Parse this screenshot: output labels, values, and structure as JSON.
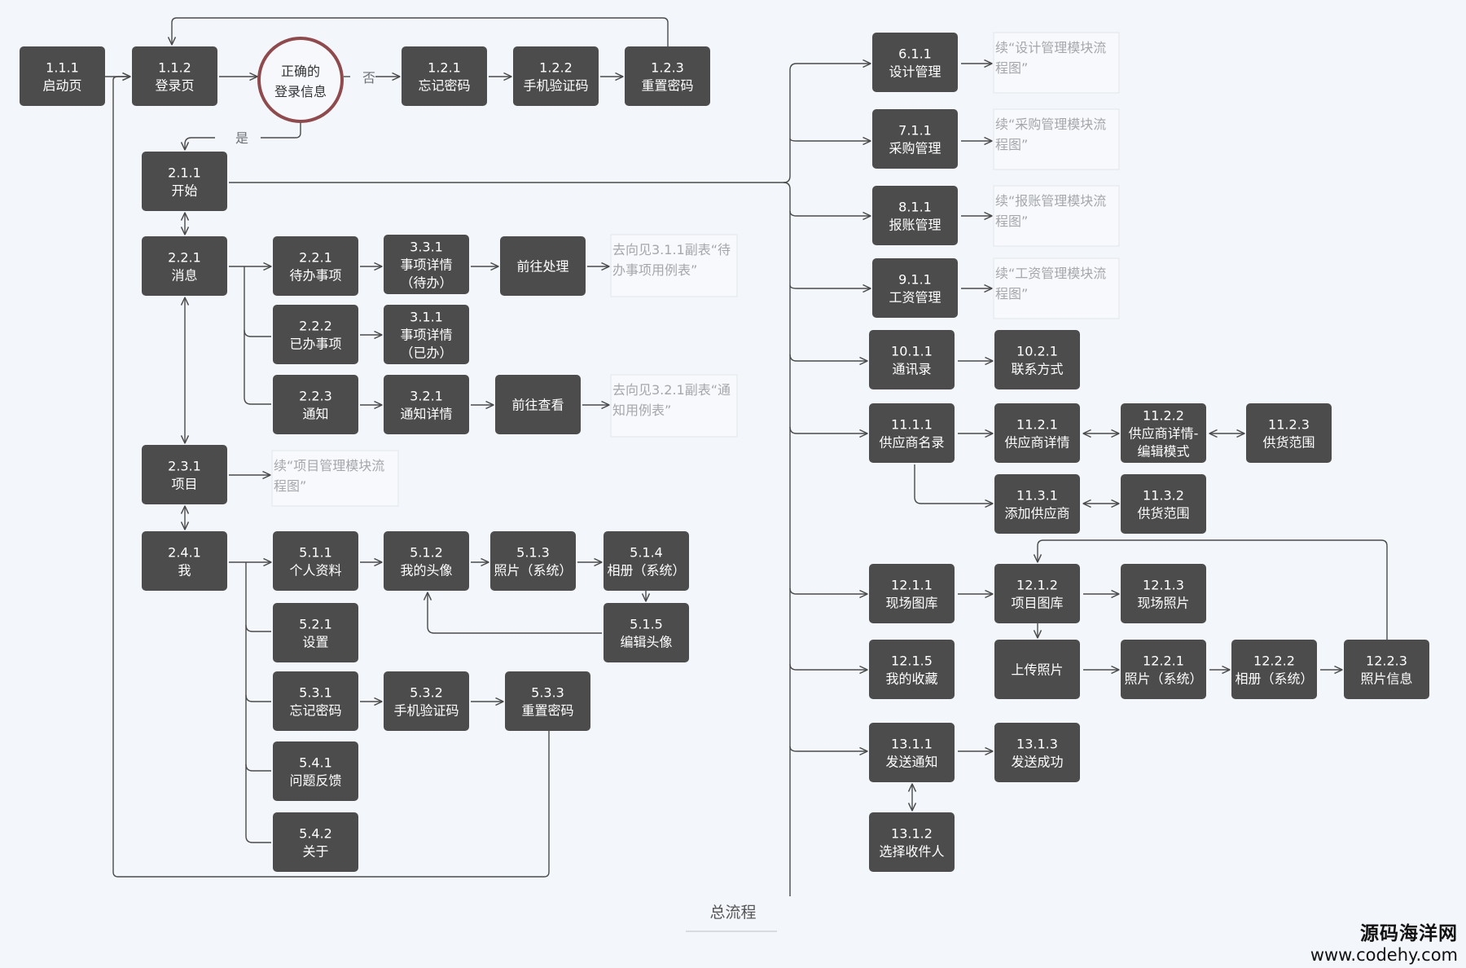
{
  "caption": "总流程",
  "watermark": {
    "name": "源码海洋网",
    "url": "www.codehy.com"
  },
  "colors": {
    "node": "#4c4c4c",
    "node_text": "#ffffff",
    "note_text": "#a4a7ab",
    "decision_ring": "#8e4a4d",
    "background": "#f3f6fa"
  },
  "decision": {
    "id": "decision-login",
    "lines": [
      "正确的",
      "登录信息"
    ]
  },
  "edge_labels": {
    "no": "否",
    "yes": "是"
  },
  "nodes": [
    {
      "id": "n111",
      "lines": [
        "1.1.1",
        "启动页"
      ]
    },
    {
      "id": "n112",
      "lines": [
        "1.1.2",
        "登录页"
      ]
    },
    {
      "id": "n121",
      "lines": [
        "1.2.1",
        "忘记密码"
      ]
    },
    {
      "id": "n122",
      "lines": [
        "1.2.2",
        "手机验证码"
      ]
    },
    {
      "id": "n123",
      "lines": [
        "1.2.3",
        "重置密码"
      ]
    },
    {
      "id": "n211",
      "lines": [
        "2.1.1",
        "开始"
      ]
    },
    {
      "id": "n221",
      "lines": [
        "2.2.1",
        "消息"
      ]
    },
    {
      "id": "n2221",
      "lines": [
        "2.2.1",
        "待办事项"
      ]
    },
    {
      "id": "n331",
      "lines": [
        "3.3.1",
        "事项详情",
        "（待办）"
      ]
    },
    {
      "id": "n_go_handle",
      "lines": [
        "前往处理"
      ]
    },
    {
      "id": "n222",
      "lines": [
        "2.2.2",
        "已办事项"
      ]
    },
    {
      "id": "n311",
      "lines": [
        "3.1.1",
        "事项详情",
        "（已办）"
      ]
    },
    {
      "id": "n223",
      "lines": [
        "2.2.3",
        "通知"
      ]
    },
    {
      "id": "n321",
      "lines": [
        "3.2.1",
        "通知详情"
      ]
    },
    {
      "id": "n_go_view",
      "lines": [
        "前往查看"
      ]
    },
    {
      "id": "n231",
      "lines": [
        "2.3.1",
        "项目"
      ]
    },
    {
      "id": "n241",
      "lines": [
        "2.4.1",
        "我"
      ]
    },
    {
      "id": "n511",
      "lines": [
        "5.1.1",
        "个人资料"
      ]
    },
    {
      "id": "n512",
      "lines": [
        "5.1.2",
        "我的头像"
      ]
    },
    {
      "id": "n513",
      "lines": [
        "5.1.3",
        "照片（系统）"
      ]
    },
    {
      "id": "n514",
      "lines": [
        "5.1.4",
        "相册（系统）"
      ]
    },
    {
      "id": "n515",
      "lines": [
        "5.1.5",
        "编辑头像"
      ]
    },
    {
      "id": "n521",
      "lines": [
        "5.2.1",
        "设置"
      ]
    },
    {
      "id": "n531",
      "lines": [
        "5.3.1",
        "忘记密码"
      ]
    },
    {
      "id": "n532",
      "lines": [
        "5.3.2",
        "手机验证码"
      ]
    },
    {
      "id": "n533",
      "lines": [
        "5.3.3",
        "重置密码"
      ]
    },
    {
      "id": "n541",
      "lines": [
        "5.4.1",
        "问题反馈"
      ]
    },
    {
      "id": "n542",
      "lines": [
        "5.4.2",
        "关于"
      ]
    },
    {
      "id": "n611",
      "lines": [
        "6.1.1",
        "设计管理"
      ]
    },
    {
      "id": "n711",
      "lines": [
        "7.1.1",
        "采购管理"
      ]
    },
    {
      "id": "n811",
      "lines": [
        "8.1.1",
        "报账管理"
      ]
    },
    {
      "id": "n911",
      "lines": [
        "9.1.1",
        "工资管理"
      ]
    },
    {
      "id": "n1011",
      "lines": [
        "10.1.1",
        "通讯录"
      ]
    },
    {
      "id": "n1021",
      "lines": [
        "10.2.1",
        "联系方式"
      ]
    },
    {
      "id": "n1111",
      "lines": [
        "11.1.1",
        "供应商名录"
      ]
    },
    {
      "id": "n1121",
      "lines": [
        "11.2.1",
        "供应商详情"
      ]
    },
    {
      "id": "n1122",
      "lines": [
        "11.2.2",
        "供应商详情-",
        "编辑模式"
      ]
    },
    {
      "id": "n1123",
      "lines": [
        "11.2.3",
        "供货范围"
      ]
    },
    {
      "id": "n1131",
      "lines": [
        "11.3.1",
        "添加供应商"
      ]
    },
    {
      "id": "n1132",
      "lines": [
        "11.3.2",
        "供货范围"
      ]
    },
    {
      "id": "n1211",
      "lines": [
        "12.1.1",
        "现场图库"
      ]
    },
    {
      "id": "n1212",
      "lines": [
        "12.1.2",
        "项目图库"
      ]
    },
    {
      "id": "n1213",
      "lines": [
        "12.1.3",
        "现场照片"
      ]
    },
    {
      "id": "n1215",
      "lines": [
        "12.1.5",
        "我的收藏"
      ]
    },
    {
      "id": "n_upload",
      "lines": [
        "上传照片"
      ]
    },
    {
      "id": "n1221",
      "lines": [
        "12.2.1",
        "照片（系统）"
      ]
    },
    {
      "id": "n1222",
      "lines": [
        "12.2.2",
        "相册（系统）"
      ]
    },
    {
      "id": "n1223",
      "lines": [
        "12.2.3",
        "照片信息"
      ]
    },
    {
      "id": "n1311",
      "lines": [
        "13.1.1",
        "发送通知"
      ]
    },
    {
      "id": "n1313",
      "lines": [
        "13.1.3",
        "发送成功"
      ]
    },
    {
      "id": "n1312",
      "lines": [
        "13.1.2",
        "选择收件人"
      ]
    }
  ],
  "notes": [
    {
      "id": "note_todo",
      "lines": [
        "去向见3.1.1副表“待",
        "办事项用例表”"
      ]
    },
    {
      "id": "note_notice",
      "lines": [
        "去向见3.2.1副表“通",
        "知用例表”"
      ]
    },
    {
      "id": "note_project",
      "lines": [
        "续“项目管理模块流",
        "程图”"
      ]
    },
    {
      "id": "note_design",
      "lines": [
        "续“设计管理模块流",
        "程图”"
      ]
    },
    {
      "id": "note_purchase",
      "lines": [
        "续“采购管理模块流",
        "程图”"
      ]
    },
    {
      "id": "note_expense",
      "lines": [
        "续“报账管理模块流",
        "程图”"
      ]
    },
    {
      "id": "note_salary",
      "lines": [
        "续“工资管理模块流",
        "程图”"
      ]
    }
  ]
}
